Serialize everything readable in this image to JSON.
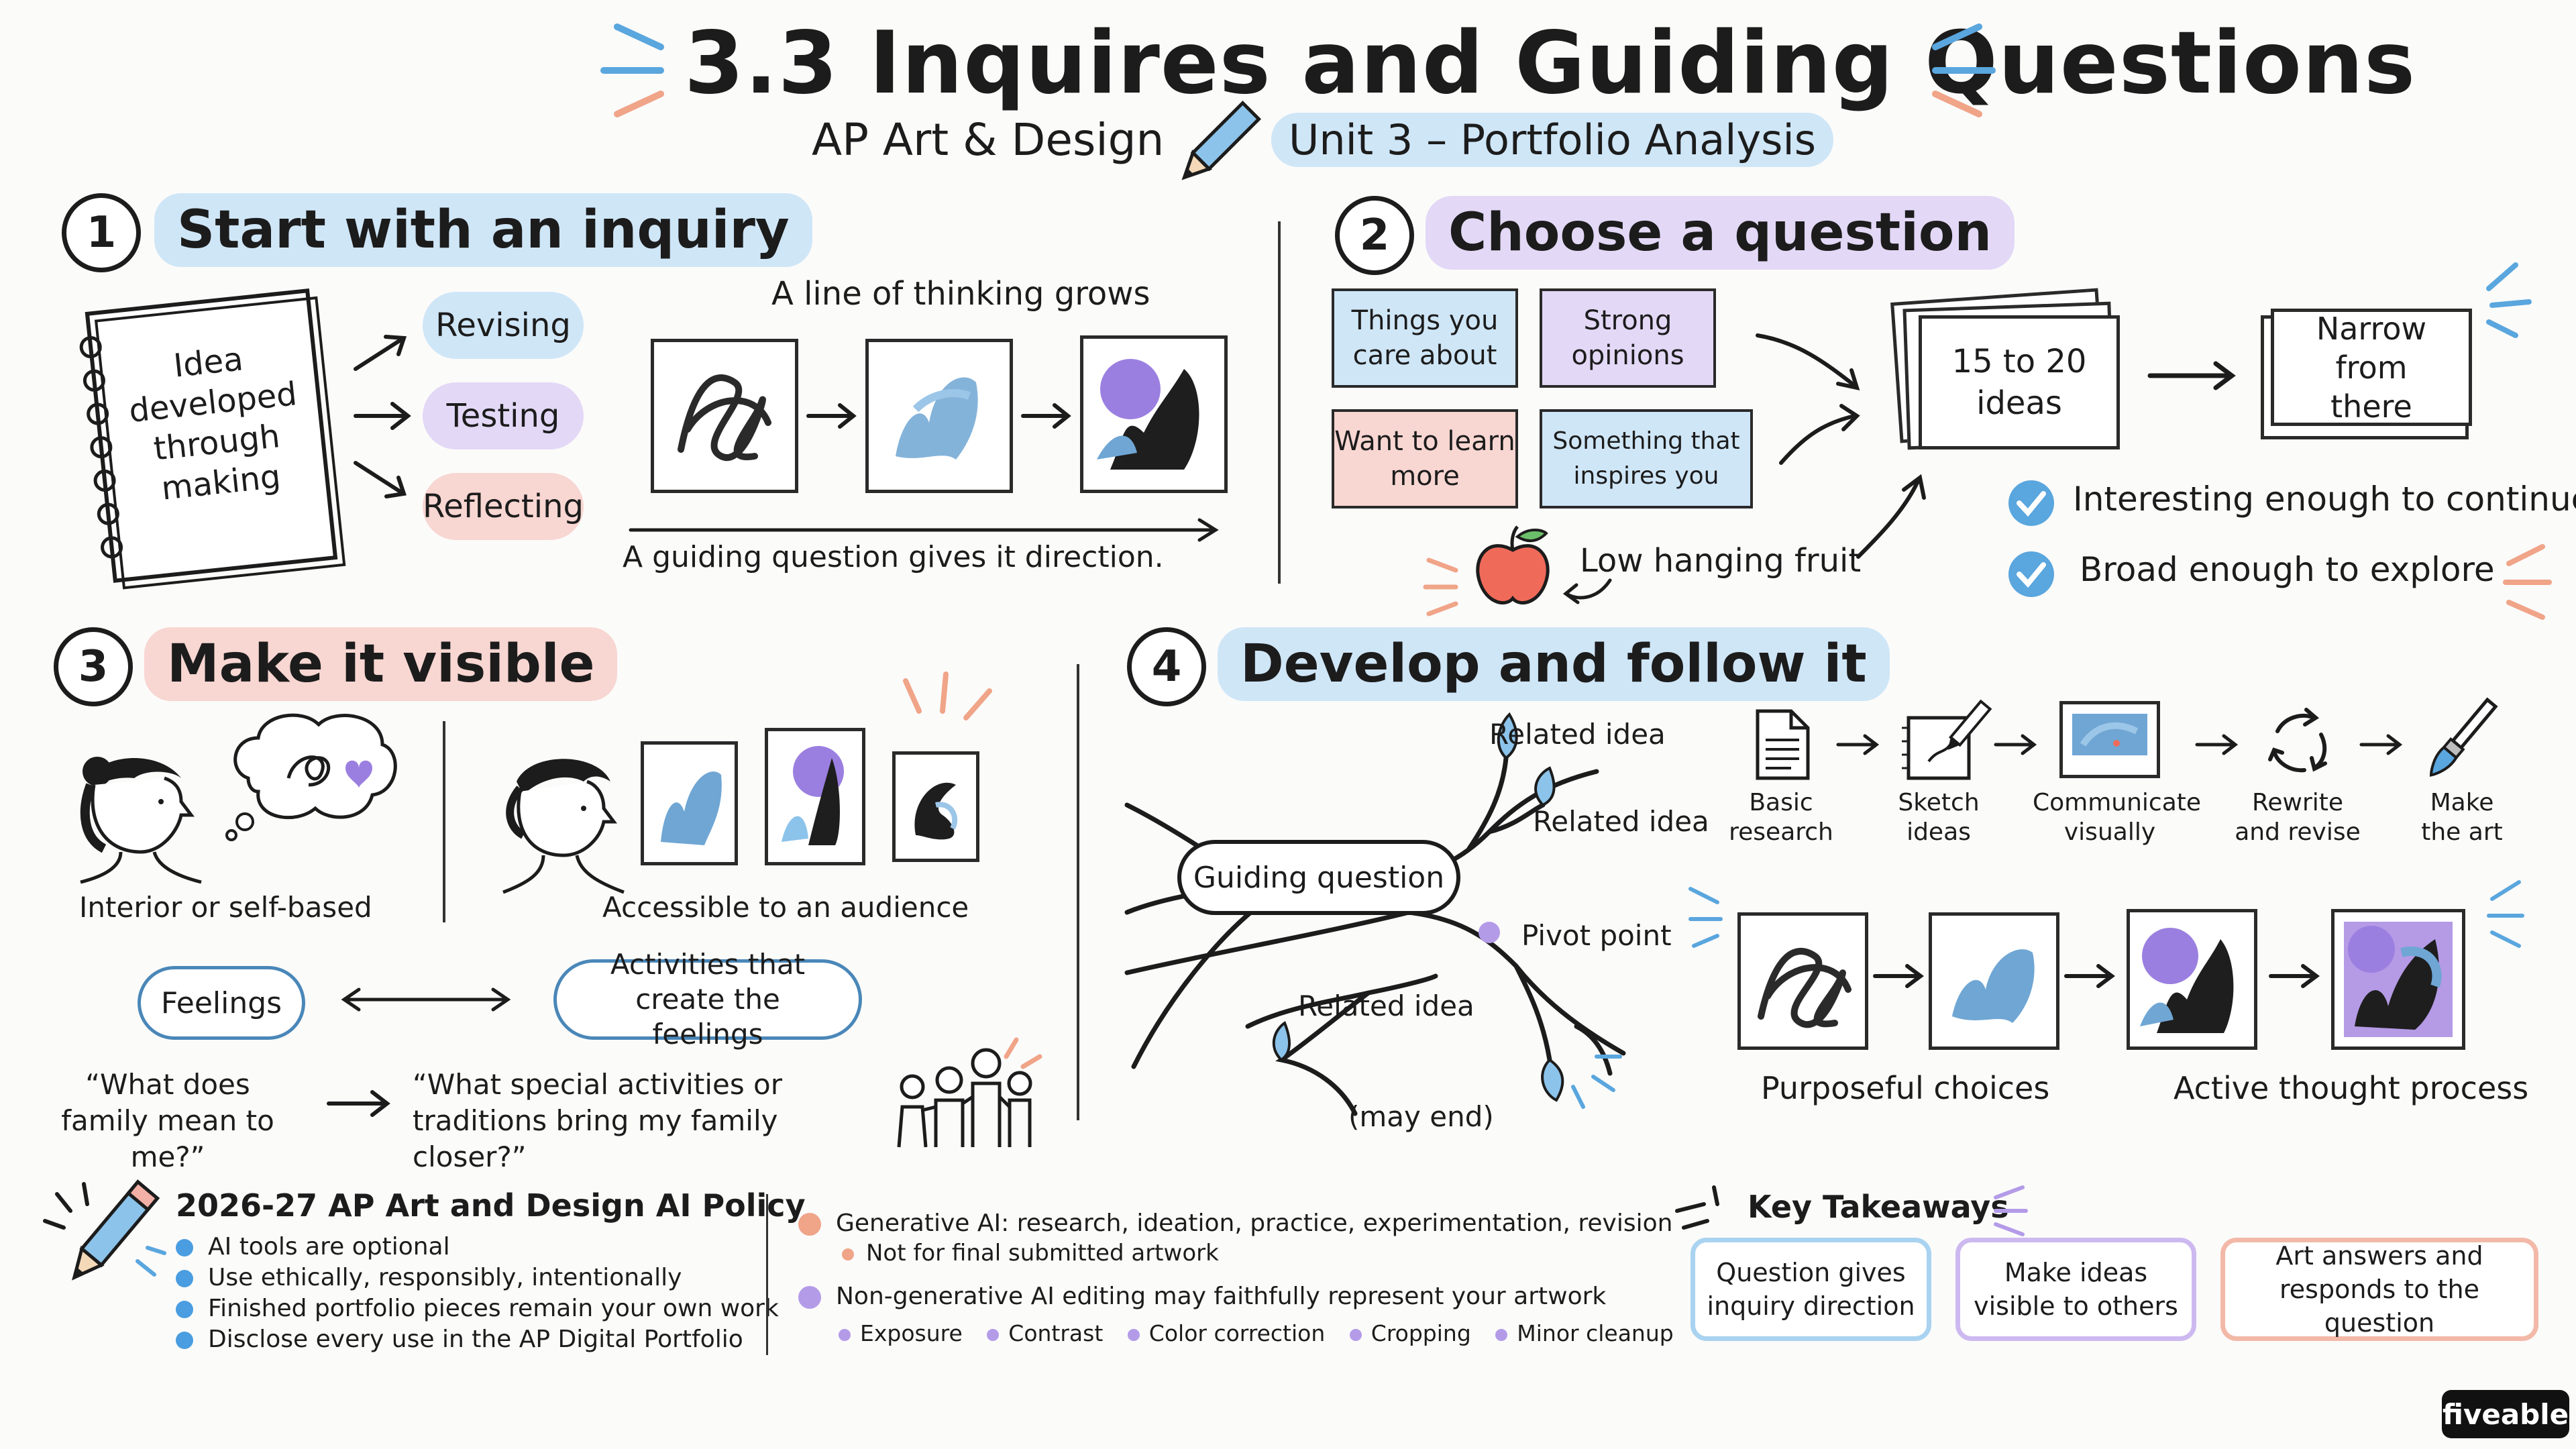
{
  "header": {
    "title": "3.3 Inquires and Guiding Questions",
    "course": "AP Art & Design",
    "unit": "Unit 3 – Portfolio Analysis"
  },
  "s1": {
    "num": "1",
    "title": "Start with an inquiry",
    "notebook": "Idea developed through making",
    "pills": [
      "Revising",
      "Testing",
      "Reflecting"
    ],
    "line_title": "A line of thinking grows",
    "line_caption": "A guiding question gives it direction."
  },
  "s2": {
    "num": "2",
    "title": "Choose a question",
    "cards": [
      "Things you care about",
      "Strong opinions",
      "Want to learn more",
      "Something that inspires you"
    ],
    "ideas": "15 to 20 ideas",
    "narrow": "Narrow from there",
    "low": "Low hanging fruit",
    "checks": [
      "Interesting enough to continue",
      "Broad enough to explore"
    ]
  },
  "s3": {
    "num": "3",
    "title": "Make it visible",
    "interior": "Interior or self-based",
    "audience": "Accessible to an audience",
    "feelings": "Feelings",
    "activities": "Activities that create the feelings",
    "q1": "“What does family mean to me?”",
    "q2": "“What special activities or traditions bring my family closer?”"
  },
  "s4": {
    "num": "4",
    "title": "Develop and follow it",
    "tree": {
      "guiding": "Guiding question",
      "related": "Related idea",
      "pivot": "Pivot point",
      "may_end": "(may end)"
    },
    "steps": [
      "Basic research",
      "Sketch ideas",
      "Communicate visually",
      "Rewrite and revise",
      "Make the art"
    ],
    "purposeful": "Purposeful choices",
    "active": "Active thought process"
  },
  "policy": {
    "title": "2026-27 AP Art and Design AI Policy",
    "bullets": [
      "AI tools are optional",
      "Use ethically, responsibly, intentionally",
      "Finished portfolio pieces remain your own work",
      "Disclose every use in the AP Digital Portfolio"
    ],
    "gen": "Generative AI: research, ideation, practice, experimentation, revision",
    "gen_sub": "Not for final submitted artwork",
    "nongen": "Non-generative AI editing may faithfully represent your artwork",
    "nongen_items": [
      "Exposure",
      "Contrast",
      "Color correction",
      "Cropping",
      "Minor cleanup"
    ]
  },
  "takeaways": {
    "title": "Key Takeaways",
    "items": [
      "Question gives inquiry direction",
      "Make ideas visible to others",
      "Art answers and responds to the question"
    ]
  },
  "brand": "fiveable",
  "colors": {
    "blue": "#cfe6f7",
    "purple": "#e3d8f6",
    "pink": "#f8d6d2",
    "accent_blue": "#5aa6de",
    "accent_purple": "#9b7fe0",
    "accent_orange": "#f0a488"
  }
}
